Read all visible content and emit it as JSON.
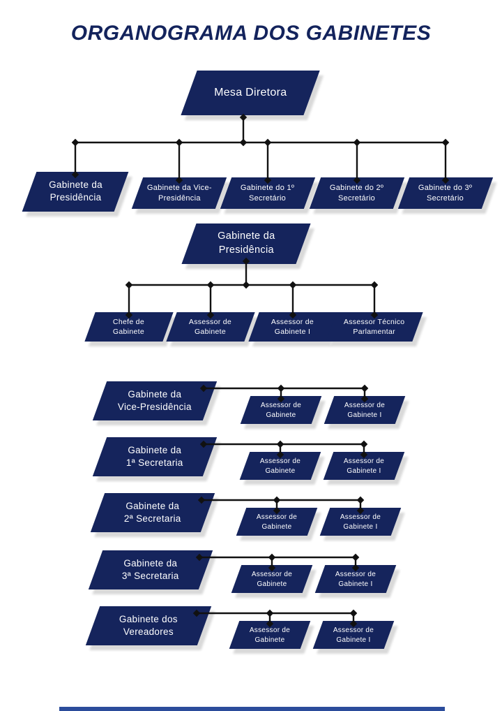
{
  "title": "ORGANOGRAMA DOS GABINETES",
  "mesa": {
    "root": "Mesa Diretora",
    "children": [
      "Gabinete da\nPresidência",
      "Gabinete da Vice-\nPresidência",
      "Gabinete do 1º\nSecretário",
      "Gabinete do 2º\nSecretário",
      "Gabinete do 3º\nSecretário"
    ]
  },
  "presidencia": {
    "root": "Gabinete da\nPresidência",
    "children": [
      "Chefe de\nGabinete",
      "Assessor de\nGabinete",
      "Assessor de\nGabinete I",
      "Assessor Técnico\nParlamentar"
    ]
  },
  "rows": [
    {
      "parent": "Gabinete da\nVice-Presidência",
      "children": [
        "Assessor de\nGabinete",
        "Assessor de\nGabinete I"
      ]
    },
    {
      "parent": "Gabinete da\n1ª Secretaria",
      "children": [
        "Assessor de\nGabinete",
        "Assessor de\nGabinete I"
      ]
    },
    {
      "parent": "Gabinete da\n2ª Secretaria",
      "children": [
        "Assessor de\nGabinete",
        "Assessor de\nGabinete I"
      ]
    },
    {
      "parent": "Gabinete da\n3ª Secretaria",
      "children": [
        "Assessor de\nGabinete",
        "Assessor de\nGabinete I"
      ]
    },
    {
      "parent": "Gabinete dos\nVereadores",
      "children": [
        "Assessor de\nGabinete",
        "Assessor de\nGabinete I"
      ]
    }
  ],
  "colors": {
    "node_fill": "#15245C",
    "node_text": "#FFFFFF",
    "title_text": "#13235C",
    "connector": "#111111",
    "shadow": "#D9D9D9",
    "footer_bar": "#2B4C9B"
  }
}
